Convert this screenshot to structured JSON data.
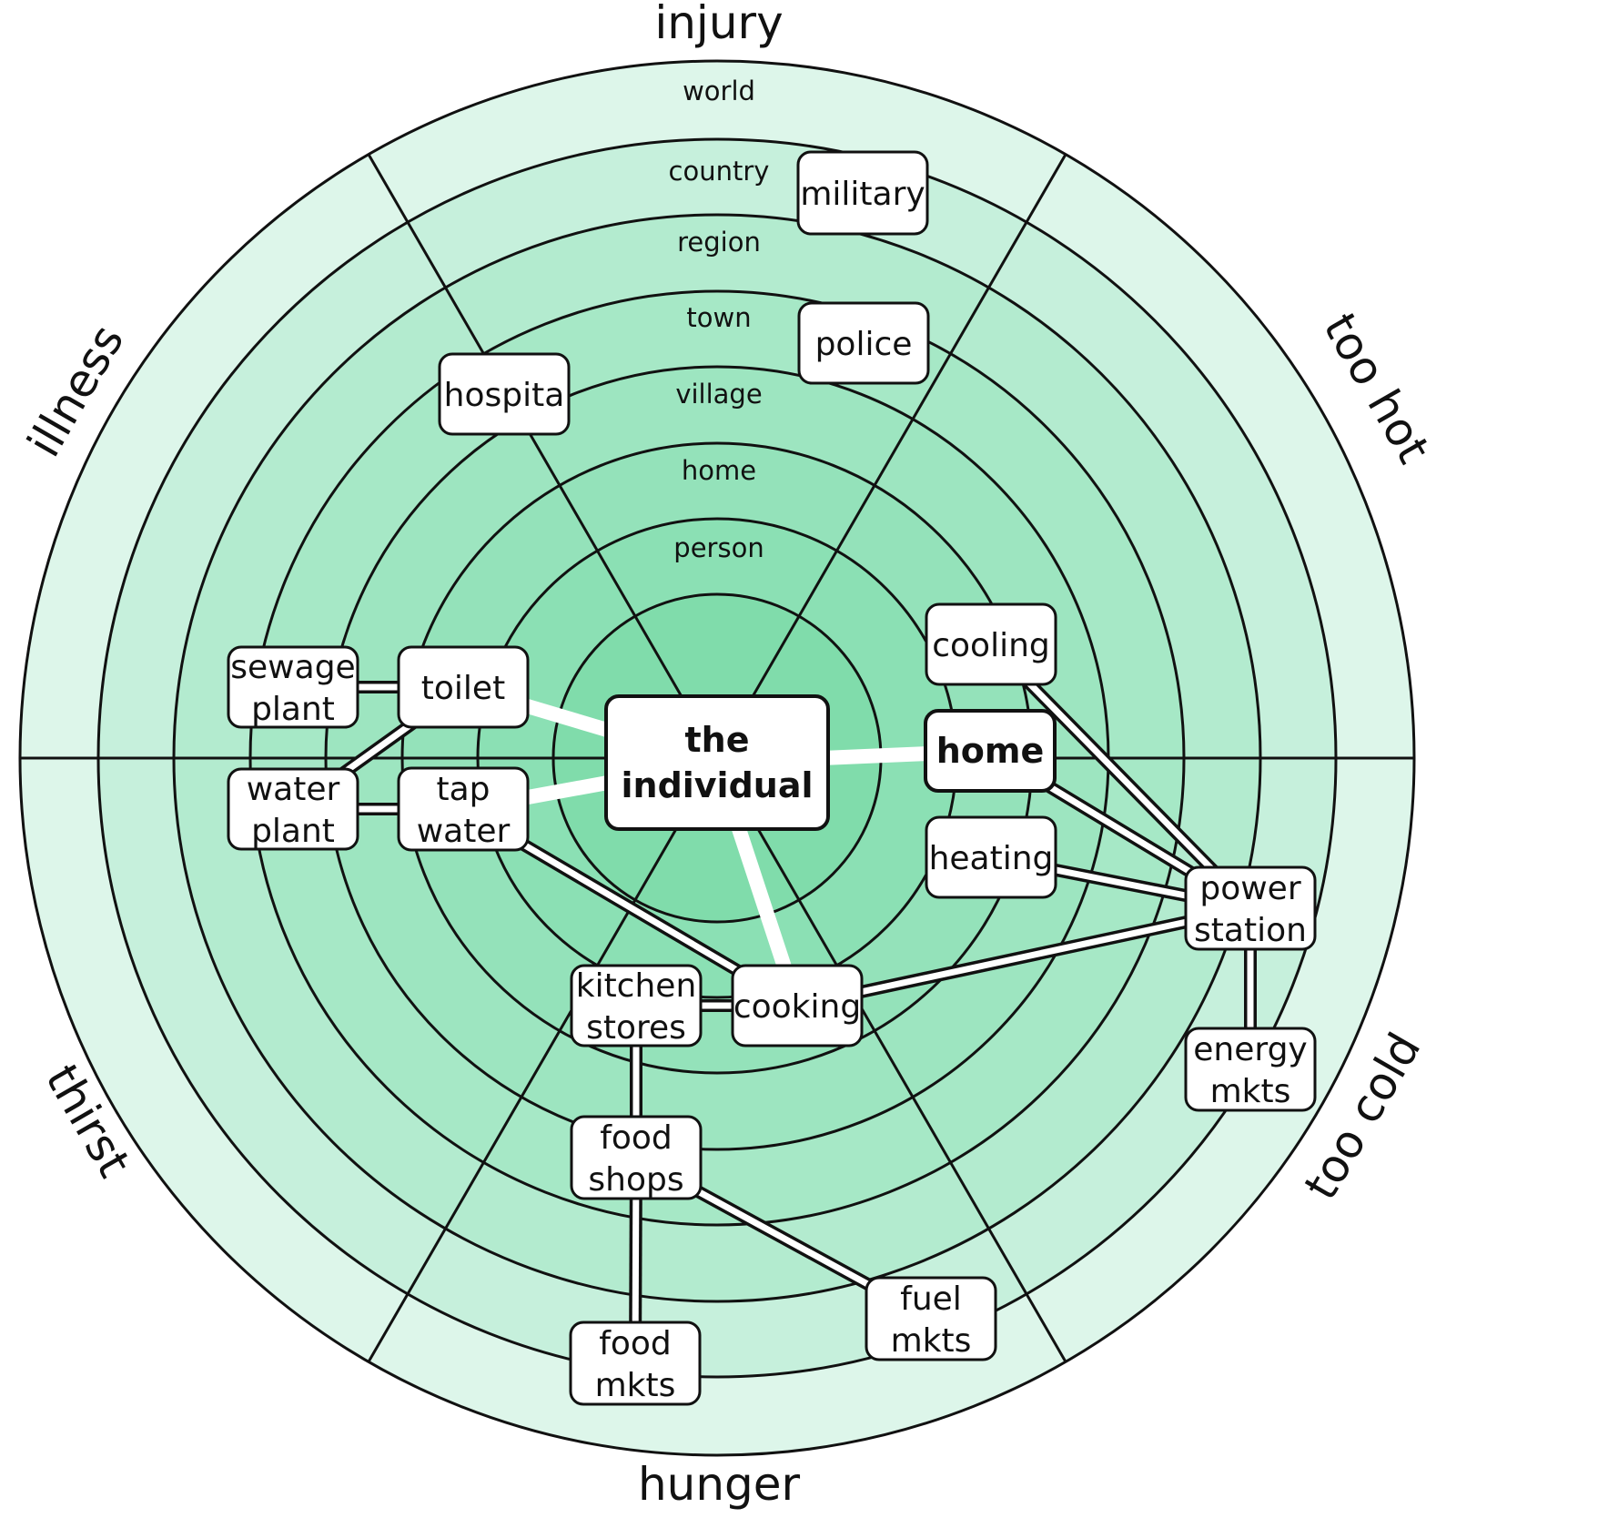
{
  "rings": [
    "world",
    "country",
    "region",
    "town",
    "village",
    "home",
    "person"
  ],
  "sectors": [
    "injury",
    "too hot",
    "too cold",
    "hunger",
    "thirst",
    "illness"
  ],
  "nodes": {
    "the_individual": {
      "lines": [
        "the",
        "individual"
      ]
    },
    "home": {
      "lines": [
        "home"
      ]
    },
    "cooling": {
      "lines": [
        "cooling"
      ]
    },
    "heating": {
      "lines": [
        "heating"
      ]
    },
    "power_station": {
      "lines": [
        "power",
        "station"
      ]
    },
    "energy_mkts": {
      "lines": [
        "energy",
        "mkts"
      ]
    },
    "military": {
      "lines": [
        "military"
      ]
    },
    "police": {
      "lines": [
        "police"
      ]
    },
    "hospital": {
      "lines": [
        "hospita"
      ]
    },
    "sewage_plant": {
      "lines": [
        "sewage",
        "plant"
      ]
    },
    "toilet": {
      "lines": [
        "toilet"
      ]
    },
    "water_plant": {
      "lines": [
        "water",
        "plant"
      ]
    },
    "tap_water": {
      "lines": [
        "tap",
        "water"
      ]
    },
    "kitchen_stores": {
      "lines": [
        "kitchen",
        "stores"
      ]
    },
    "cooking": {
      "lines": [
        "cooking"
      ]
    },
    "food_shops": {
      "lines": [
        "food",
        "shops"
      ]
    },
    "food_mkts": {
      "lines": [
        "food",
        "mkts"
      ]
    },
    "fuel_mkts": {
      "lines": [
        "fuel",
        "mkts"
      ]
    }
  },
  "links": [
    [
      "the_individual",
      "toilet"
    ],
    [
      "the_individual",
      "tap_water"
    ],
    [
      "the_individual",
      "home"
    ],
    [
      "the_individual",
      "cooking"
    ],
    [
      "toilet",
      "sewage_plant"
    ],
    [
      "toilet",
      "water_plant"
    ],
    [
      "water_plant",
      "tap_water"
    ],
    [
      "tap_water",
      "cooking"
    ],
    [
      "cooking",
      "kitchen_stores"
    ],
    [
      "cooking",
      "power_station"
    ],
    [
      "kitchen_stores",
      "food_shops"
    ],
    [
      "food_shops",
      "food_mkts"
    ],
    [
      "food_shops",
      "fuel_mkts"
    ],
    [
      "cooling",
      "power_station"
    ],
    [
      "home",
      "power_station"
    ],
    [
      "heating",
      "power_station"
    ],
    [
      "power_station",
      "energy_mkts"
    ]
  ],
  "colors": {
    "ring_fills": [
      "#ddf6ea",
      "#c6f0dc",
      "#b3ebcf",
      "#a6e8c6",
      "#9de5c0",
      "#94e2ba",
      "#8be0b4",
      "#80dcab"
    ],
    "outline": "#111111",
    "primary_link": "#ffffff"
  }
}
